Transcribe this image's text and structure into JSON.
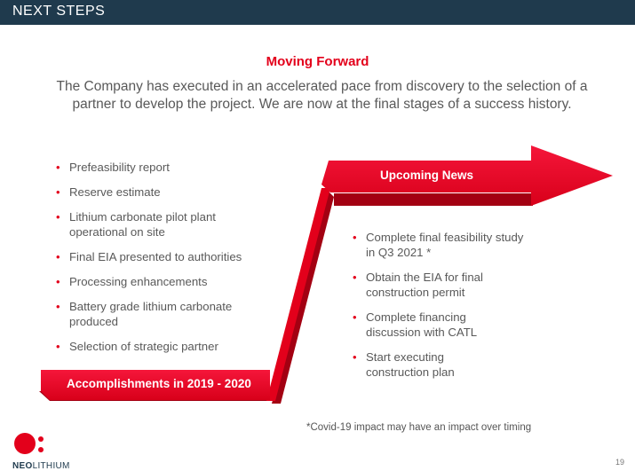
{
  "header": {
    "title": "NEXT STEPS"
  },
  "headline": "Moving Forward",
  "intro": "The Company has executed in an accelerated pace from discovery to the selection of a partner to develop the project. We are now at the final stages of a success history.",
  "accomplishments": {
    "label": "Accomplishments in 2019 - 2020",
    "items": [
      "Prefeasibility report",
      "Reserve estimate",
      "Lithium carbonate pilot plant operational on site",
      "Final EIA presented to authorities",
      "Processing enhancements",
      "Battery grade lithium carbonate produced",
      "Selection of strategic partner"
    ]
  },
  "upcoming": {
    "label": "Upcoming News",
    "items": [
      "Complete final feasibility study in Q3 2021 *",
      "Obtain the EIA  for final construction permit",
      "Complete financing discussion with CATL",
      "Start executing construction plan"
    ]
  },
  "footnote": "*Covid-19 impact may have an impact over timing",
  "page_number": "19",
  "logo": {
    "brand_bold": "NEO",
    "brand_thin": "LITHIUM"
  },
  "colors": {
    "accent": "#e3001b",
    "header_bg": "#1f3a4d",
    "text": "#595959"
  },
  "bullet_glyph": "•"
}
